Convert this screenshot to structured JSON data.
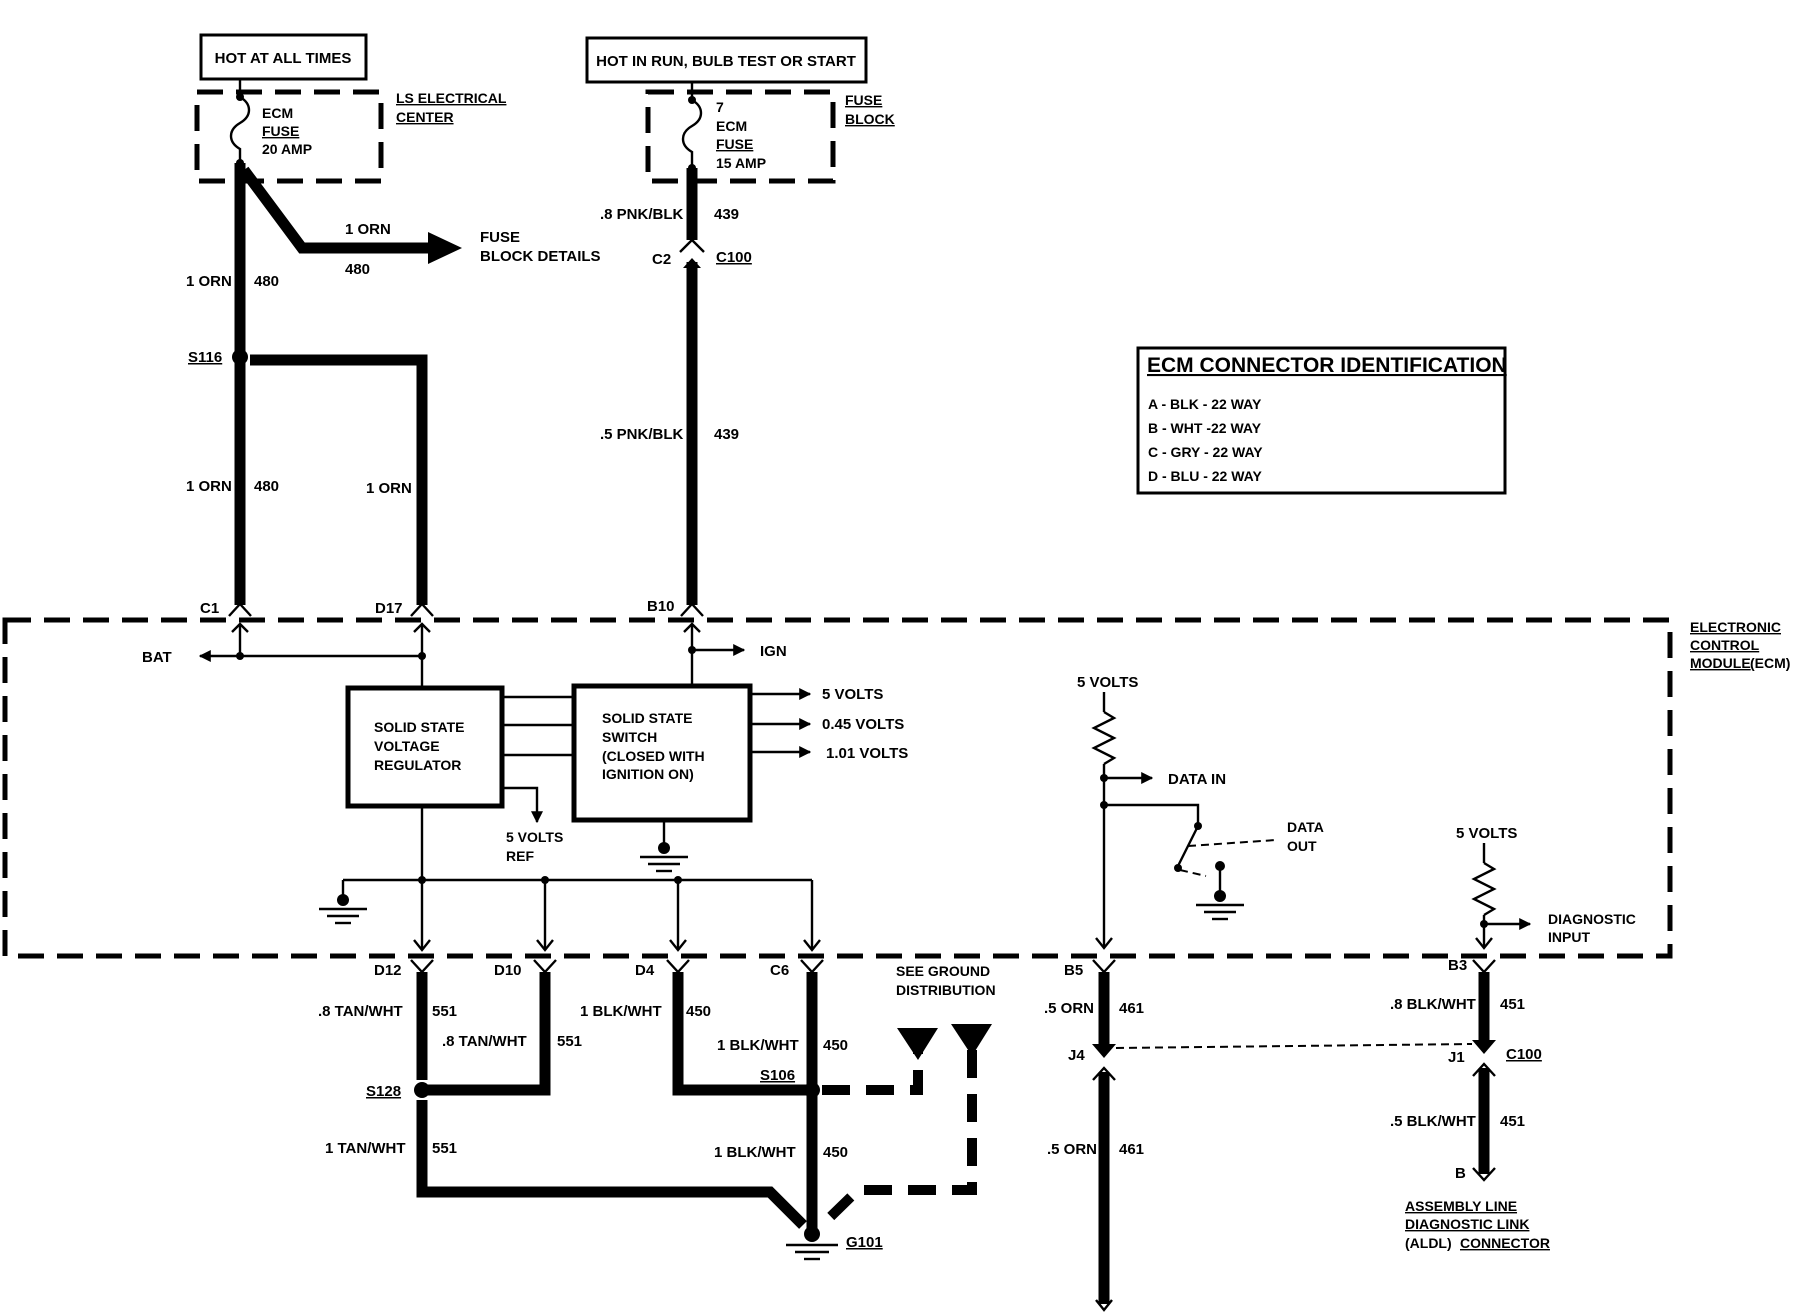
{
  "source_labels": {
    "hot_at_all_times": "HOT AT ALL TIMES",
    "hot_in_run": "HOT IN RUN, BULB TEST OR START"
  },
  "fuses": {
    "ecm_fuse_20": {
      "line1": "ECM",
      "line2": "FUSE",
      "line3": "20 AMP"
    },
    "ecm_fuse_15": {
      "num": "7",
      "line1": "ECM",
      "line2": "FUSE",
      "line3": "15 AMP"
    }
  },
  "centers": {
    "ls_line1": "LS ELECTRICAL",
    "ls_line2": "CENTER",
    "fb_line1": "FUSE",
    "fb_line2": "BLOCK"
  },
  "fuse_block_details": {
    "wire": "1 ORN",
    "circuit": "480",
    "line1": "FUSE",
    "line2": "BLOCK DETAILS"
  },
  "ecm_connector_id": {
    "title": "ECM CONNECTOR IDENTIFICATION",
    "rows": [
      "A - BLK - 22 WAY",
      "B - WHT -22 WAY",
      "C - GRY - 22 WAY",
      "D - BLU - 22 WAY"
    ]
  },
  "wires": {
    "orn480_top": "1 ORN",
    "orn480_top_c": "480",
    "orn480_mid": "1 ORN",
    "orn480_mid_c": "480",
    "orn_d17": "1 ORN",
    "pnk_top": ".8 PNK/BLK",
    "pnk_top_c": "439",
    "pnk_mid": ".5 PNK/BLK",
    "pnk_mid_c": "439",
    "tan_d12": ".8 TAN/WHT",
    "tan_d12_c": "551",
    "tan_d10": ".8 TAN/WHT",
    "tan_d10_c": "551",
    "tan_1": "1 TAN/WHT",
    "tan_1_c": "551",
    "blk_d4": "1 BLK/WHT",
    "blk_d4_c": "450",
    "blk_c6": "1 BLK/WHT",
    "blk_c6_c": "450",
    "blk_low": "1  BLK/WHT",
    "blk_low_c": "450",
    "orn_b5": ".5 ORN",
    "orn_b5_c": "461",
    "orn_j4": ".5 ORN",
    "orn_j4_c": "461",
    "blk_b3": ".8 BLK/WHT",
    "blk_b3_c": "451",
    "blk_j1": ".5 BLK/WHT",
    "blk_j1_c": "451"
  },
  "splices": {
    "s116": "S116",
    "s128": "S128",
    "s106": "S106"
  },
  "connectors": {
    "c2": "C2",
    "c100a": "C100",
    "c1": "C1",
    "d17": "D17",
    "b10": "B10",
    "d12": "D12",
    "d10": "D10",
    "d4": "D4",
    "c6": "C6",
    "b5": "B5",
    "j4": "J4",
    "b3": "B3",
    "j1": "J1",
    "c100b": "C100",
    "b": "B"
  },
  "ecm": {
    "bat": "BAT",
    "ign": "IGN",
    "regulator": [
      "SOLID STATE",
      "VOLTAGE",
      "REGULATOR"
    ],
    "switch": [
      "SOLID STATE",
      "SWITCH",
      "(CLOSED WITH",
      "IGNITION ON)"
    ],
    "out_5v": "5 VOLTS",
    "out_045": "0.45 VOLTS",
    "out_101": "1.01 VOLTS",
    "ref_line1": "5 VOLTS",
    "ref_line2": "REF",
    "data_5v": "5 VOLTS",
    "data_in": "DATA IN",
    "data_out_1": "DATA",
    "data_out_2": "OUT",
    "diag_5v": "5 VOLTS",
    "diag_1": "DIAGNOSTIC",
    "diag_2": "INPUT",
    "module_1": "ELECTRONIC",
    "module_2": "CONTROL",
    "module_3": "MODULE",
    "module_3b": "(ECM)"
  },
  "ground": {
    "see_1": "SEE GROUND",
    "see_2": "DISTRIBUTION",
    "g101": "G101"
  },
  "aldl": {
    "line1": "ASSEMBLY LINE",
    "line2": "DIAGNOSTIC LINK",
    "line3a": "(ALDL)",
    "line3b": "CONNECTOR"
  }
}
